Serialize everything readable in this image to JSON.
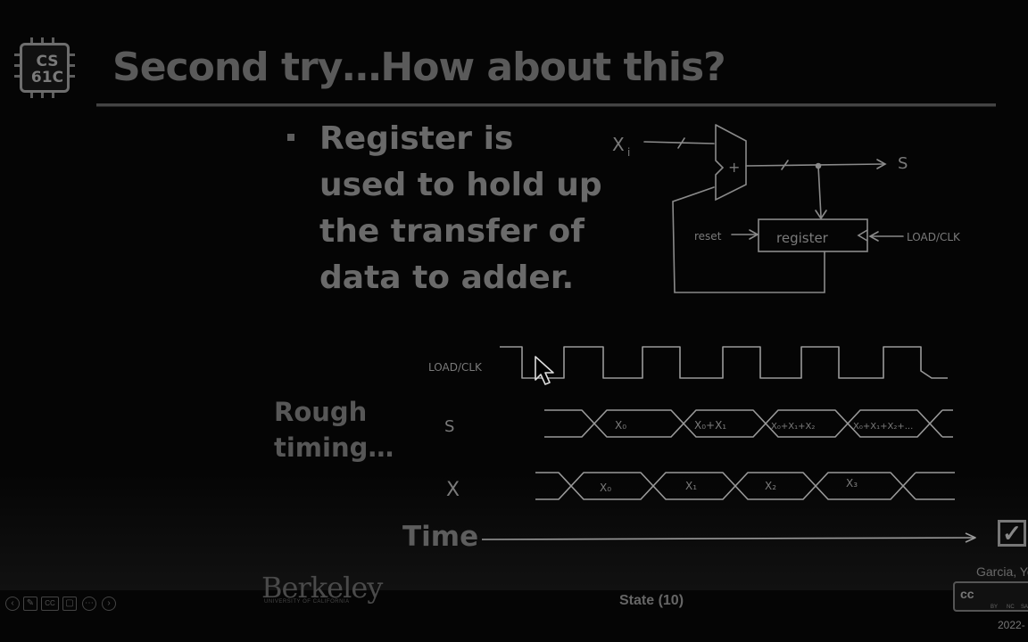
{
  "logo": {
    "line1": "CS",
    "line2": "61C"
  },
  "title": "Second try…How about this?",
  "bullet": "Register is used to hold up the transfer of data to adder.",
  "diagram": {
    "input": "X",
    "input_sub": "i",
    "output": "S",
    "adder": "+",
    "register": "register",
    "reset": "reset",
    "load": "LOAD/CLK"
  },
  "timing": {
    "clk_label": "LOAD/CLK",
    "s_label": "S",
    "x_label": "X",
    "s_cells": [
      "X₀",
      "X₀+X₁",
      "X₀+X₁+X₂",
      "X₀+X₁+X₂+..."
    ],
    "x_cells": [
      "X₀",
      "X₁",
      "X₂",
      "X₃"
    ],
    "side_label": "Rough timing…",
    "axis_label": "Time"
  },
  "footer": {
    "university": "Berkeley",
    "university_sub": "UNIVERSITY OF CALIFORNIA",
    "lecture": "State (10)",
    "author": "Garcia, Yo",
    "year": "2022-",
    "cc_labels": [
      "cc",
      "BY",
      "NC",
      "SA"
    ]
  },
  "nav_icons": [
    "prev-icon",
    "pen-icon",
    "captions-icon",
    "screen-icon",
    "more-icon",
    "next-icon"
  ]
}
